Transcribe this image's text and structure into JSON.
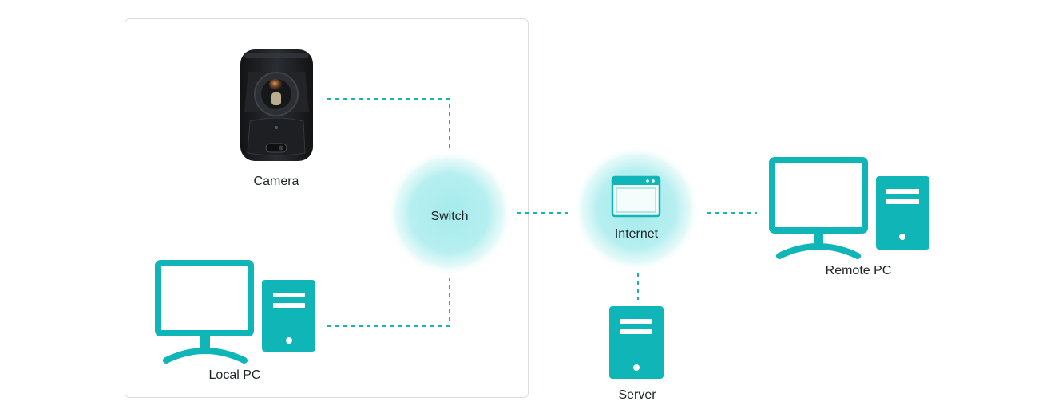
{
  "colors": {
    "accent": "#10b5b8",
    "glow": "#a6ebec",
    "connector": "#19b3b6",
    "box_border": "#d9dce0",
    "camera_body": "#1c1e21"
  },
  "nodes": {
    "camera": {
      "label": "Camera",
      "icon": "camera-icon"
    },
    "switch": {
      "label": "Switch"
    },
    "local_pc": {
      "label": "Local PC",
      "icon": "desktop-computer-icon"
    },
    "internet": {
      "label": "Internet",
      "icon": "browser-window-icon"
    },
    "remote_pc": {
      "label": "Remote PC",
      "icon": "desktop-computer-icon"
    },
    "server": {
      "label": "Server",
      "icon": "server-tower-icon"
    }
  }
}
